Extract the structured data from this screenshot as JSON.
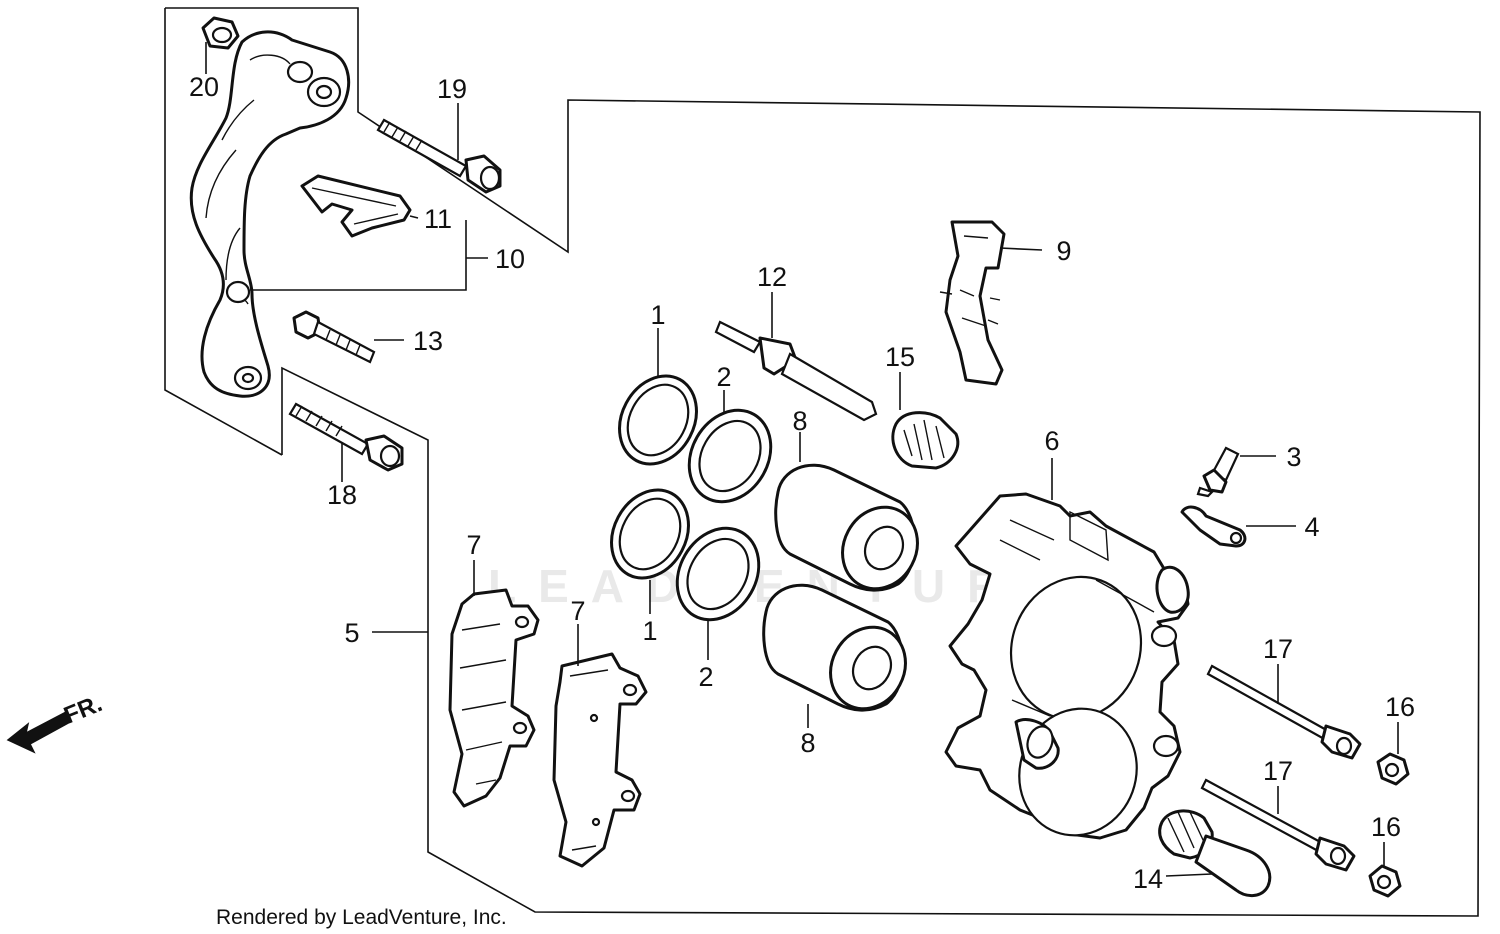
{
  "diagram": {
    "credit": "Rendered by LeadVenture, Inc.",
    "watermark": "LEADVENTURE",
    "direction_label": "FR.",
    "callouts": [
      {
        "id": "1a",
        "label": "1"
      },
      {
        "id": "1b",
        "label": "1"
      },
      {
        "id": "2a",
        "label": "2"
      },
      {
        "id": "2b",
        "label": "2"
      },
      {
        "id": "3",
        "label": "3"
      },
      {
        "id": "4",
        "label": "4"
      },
      {
        "id": "5",
        "label": "5"
      },
      {
        "id": "6",
        "label": "6"
      },
      {
        "id": "7a",
        "label": "7"
      },
      {
        "id": "7b",
        "label": "7"
      },
      {
        "id": "8a",
        "label": "8"
      },
      {
        "id": "8b",
        "label": "8"
      },
      {
        "id": "9",
        "label": "9"
      },
      {
        "id": "10",
        "label": "10"
      },
      {
        "id": "11",
        "label": "11"
      },
      {
        "id": "12",
        "label": "12"
      },
      {
        "id": "13",
        "label": "13"
      },
      {
        "id": "14",
        "label": "14"
      },
      {
        "id": "15",
        "label": "15"
      },
      {
        "id": "16a",
        "label": "16"
      },
      {
        "id": "16b",
        "label": "16"
      },
      {
        "id": "17a",
        "label": "17"
      },
      {
        "id": "17b",
        "label": "17"
      },
      {
        "id": "18",
        "label": "18"
      },
      {
        "id": "19",
        "label": "19"
      },
      {
        "id": "20",
        "label": "20"
      }
    ]
  }
}
